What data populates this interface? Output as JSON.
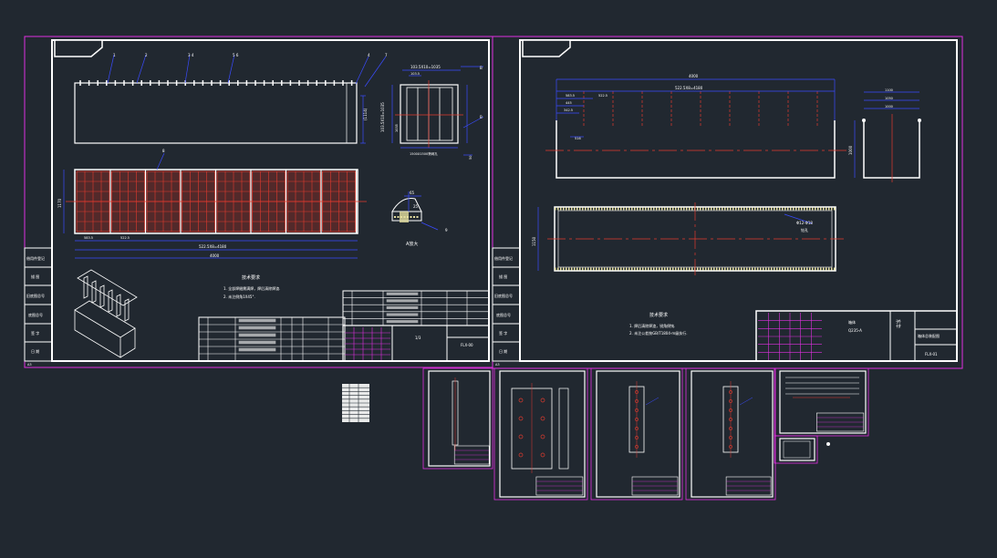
{
  "colors": {
    "background": "#212830",
    "frame": "#ffffff",
    "magenta": "#e030e0",
    "red": "#e33b2e",
    "blue": "#3a4bff",
    "yellow": "#e6e0a0"
  },
  "sheet1": {
    "frame_tag": "A3",
    "side_labels": [
      "借用件登记",
      "描 图",
      "旧底图总号",
      "底图总号",
      "签 字",
      "日 期"
    ],
    "balloons": [
      "1",
      "2",
      "3 4",
      "5 6",
      "4",
      "7"
    ],
    "dim_h": "103.5X10=1035",
    "dim_top_small": "103.5",
    "dim_v_right": "103.5X10=1035",
    "dim_v_left": "(1114)",
    "dim_1035": "1035",
    "dim_bottom_right": "1500X1500筛网孔",
    "dim_50": "50",
    "dim_1170": "1170",
    "dim_seg1": "583.5",
    "dim_seg2": "522.5",
    "dim_total_h": "522.5X8=4180",
    "dim_4000": "4000",
    "detail_dim_65": "65",
    "detail_dim_25": "25",
    "detail_label": "A放大",
    "section_marks": [
      "B",
      "B"
    ],
    "notes_title": "技术要求",
    "notes": [
      "1. 全部焊缝需满焊，焊后清除焊渣.",
      "2. 未注倒角1X45°."
    ],
    "sheet_no": "1/3",
    "drawing_no": "FLX-00"
  },
  "sheet2": {
    "frame_tag": "A3",
    "side_labels": [
      "借用件登记",
      "描 图",
      "旧底图总号",
      "底图总号",
      "签 字",
      "日 期"
    ],
    "dim_4000": "4000",
    "dim_pitch": "522.5X8=4180",
    "dim_583": "583.5",
    "dim_445": "445",
    "dim_522": "522.5",
    "dim_342": "342.5",
    "dim_516": "516",
    "dim_1100": "1100",
    "dim_1050": "1050",
    "dim_1000": "1000",
    "dim_side": "1000",
    "dim_lower": "1150",
    "callout": "Φ12-Φ18",
    "callout2": "钻孔",
    "notes_title": "技术要求",
    "notes": [
      "1. 焊后清除焊渣，锐角倒钝.",
      "2. 未注公差按GB/T1804-m级执行."
    ],
    "title_block_a": "箱体",
    "title_block_b": "Q235-A",
    "company": "东华",
    "drawing_name": "箱体总装配图",
    "drawing_no": "FLX-01"
  }
}
